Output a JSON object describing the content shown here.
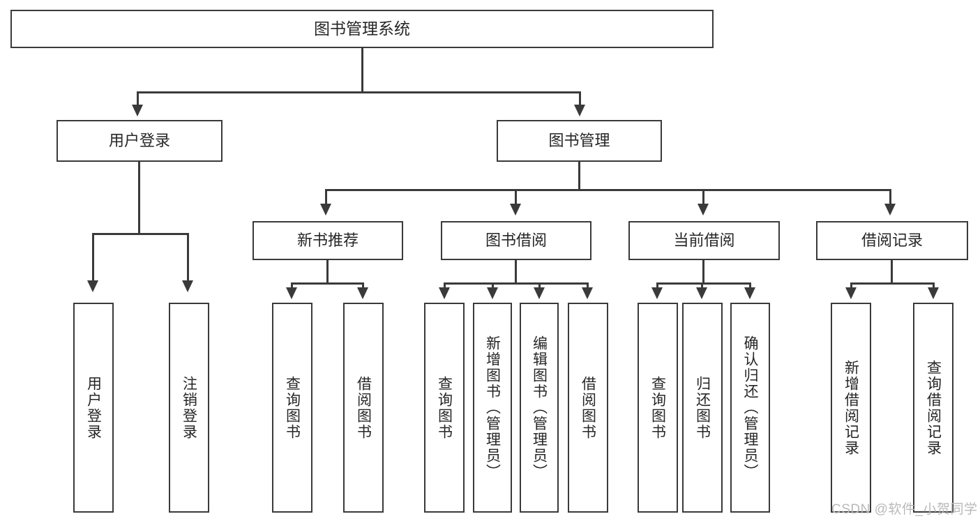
{
  "diagram": {
    "type": "tree-hierarchy",
    "title": "图书管理系统",
    "orientation": "top-down",
    "colors": {
      "box_border": "#3a3a3a",
      "box_fill": "#ffffff",
      "connector": "#3a3a3a",
      "text": "#262626",
      "watermark": "#b9b9b9",
      "background": "#ffffff"
    }
  },
  "root": {
    "label": "图书管理系统"
  },
  "level2": [
    {
      "label": "用户登录"
    },
    {
      "label": "图书管理"
    }
  ],
  "level3": [
    {
      "label": "新书推荐"
    },
    {
      "label": "图书借阅"
    },
    {
      "label": "当前借阅"
    },
    {
      "label": "借阅记录"
    }
  ],
  "leaves": {
    "user_login": [
      {
        "label": "用户登录"
      },
      {
        "label": "注销登录"
      }
    ],
    "new_book_recommend": [
      {
        "label": "查询图书"
      },
      {
        "label": "借阅图书"
      }
    ],
    "book_borrow": [
      {
        "label": "查询图书"
      },
      {
        "label": "新增图书（管理员）"
      },
      {
        "label": "编辑图书（管理员）"
      },
      {
        "label": "借阅图书"
      }
    ],
    "current_borrow": [
      {
        "label": "查询图书"
      },
      {
        "label": "归还图书"
      },
      {
        "label": "确认归还（管理员）"
      }
    ],
    "borrow_record": [
      {
        "label": "新增借阅记录"
      },
      {
        "label": "查询借阅记录"
      }
    ]
  },
  "watermark": {
    "text": "CSDN @软件_小贺同学"
  }
}
